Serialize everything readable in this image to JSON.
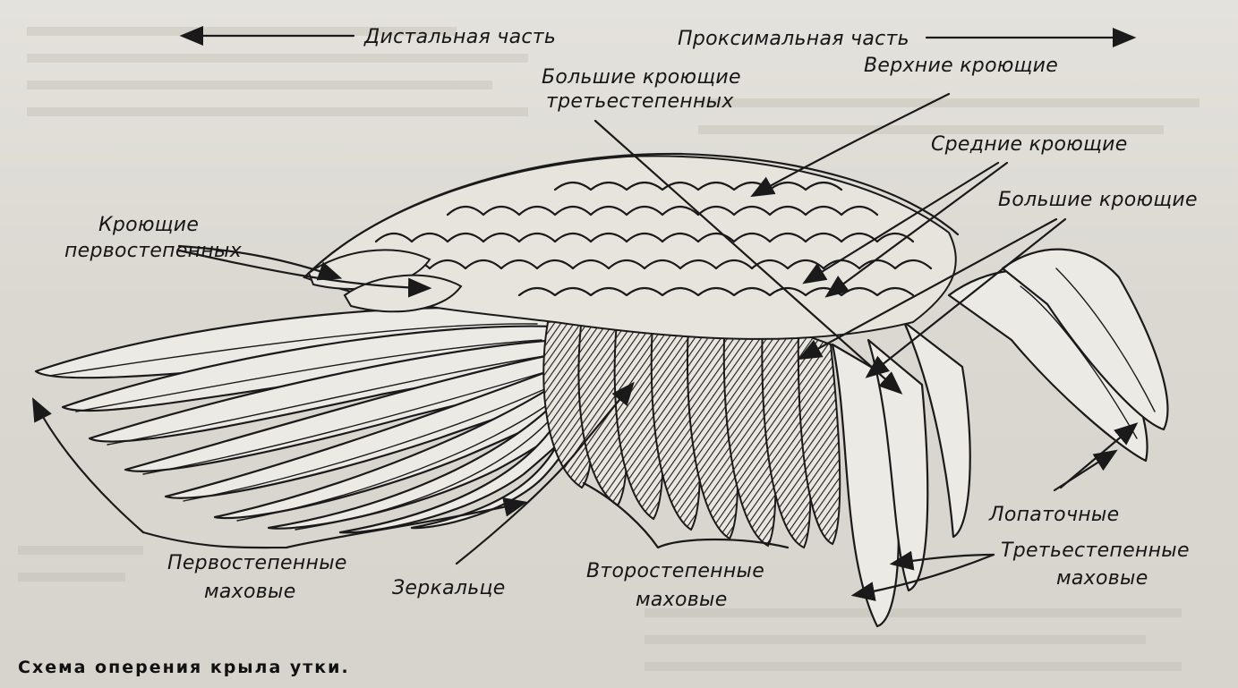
{
  "labels": {
    "distal": "Дистальная часть",
    "proximal": "Проксимальная часть",
    "great_tertial_coverts_1": "Большие кроющие",
    "great_tertial_coverts_2": "третьестепенных",
    "upper_coverts": "Верхние кроющие",
    "middle_coverts": "Средние кроющие",
    "greater_coverts": "Большие кроющие",
    "primary_coverts_1": "Кроющие",
    "primary_coverts_2": "первостепенных",
    "primaries_1": "Первостепенные",
    "primaries_2": "маховые",
    "speculum": "Зеркальце",
    "secondaries_1": "Второстепенные",
    "secondaries_2": "маховые",
    "scapulars": "Лопаточные",
    "tertials_1": "Третьестепенные",
    "tertials_2": "маховые"
  },
  "caption": "Схема оперения крыла утки."
}
